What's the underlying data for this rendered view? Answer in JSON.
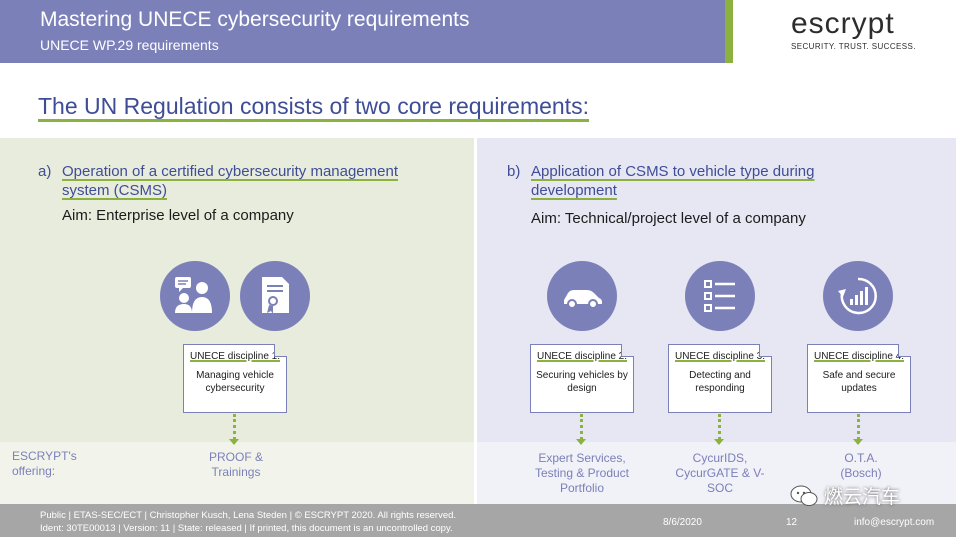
{
  "header": {
    "title": "Mastering UNECE cybersecurity requirements",
    "subtitle": "UNECE WP.29 requirements",
    "logo": "escrypt",
    "tagline": "SECURITY. TRUST. SUCCESS."
  },
  "main_heading": "The UN Regulation consists of two core requirements:",
  "section_a": {
    "letter": "a)",
    "title": "Operation of a certified cybersecurity management system (CSMS)",
    "aim": "Aim: Enterprise level of a company",
    "disciplines": [
      {
        "heading": "UNECE discipline 1:",
        "text": "Managing vehicle cybersecurity",
        "icon": "consultation-icon",
        "offering": "PROOF & Trainings",
        "extra_icon": "certificate-icon"
      }
    ]
  },
  "section_b": {
    "letter": "b)",
    "title": "Application of CSMS to vehicle type during development",
    "aim": "Aim: Technical/project level of a company",
    "disciplines": [
      {
        "heading": "UNECE discipline 2:",
        "text": "Securing vehicles by design",
        "icon": "car-icon",
        "offering": "Expert Services, Testing & Product Portfolio"
      },
      {
        "heading": "UNECE discipline 3:",
        "text": "Detecting and responding",
        "icon": "checklist-icon",
        "offering": "CycurIDS, CycurGATE & V-SOC"
      },
      {
        "heading": "UNECE discipline 4:",
        "text": "Safe and secure updates",
        "icon": "ota-update-icon",
        "offering": "O.T.A. (Bosch)"
      }
    ]
  },
  "offering_label": "ESCRYPT's offering:",
  "footer": {
    "line1": "Public | ETAS-SEC/ECT | Christopher Kusch, Lena Steden | © ESCRYPT 2020. All rights reserved.",
    "line2": "Ident: 30TE00013 | Version: 11 | State: released | If printed, this document is an uncontrolled copy.",
    "date": "8/6/2020",
    "page": "12",
    "email": "info@escrypt.com"
  },
  "watermark": "燃云汽车",
  "colors": {
    "accent": "#7b80b9",
    "green": "#8bb23f",
    "heading": "#3f4d96"
  }
}
